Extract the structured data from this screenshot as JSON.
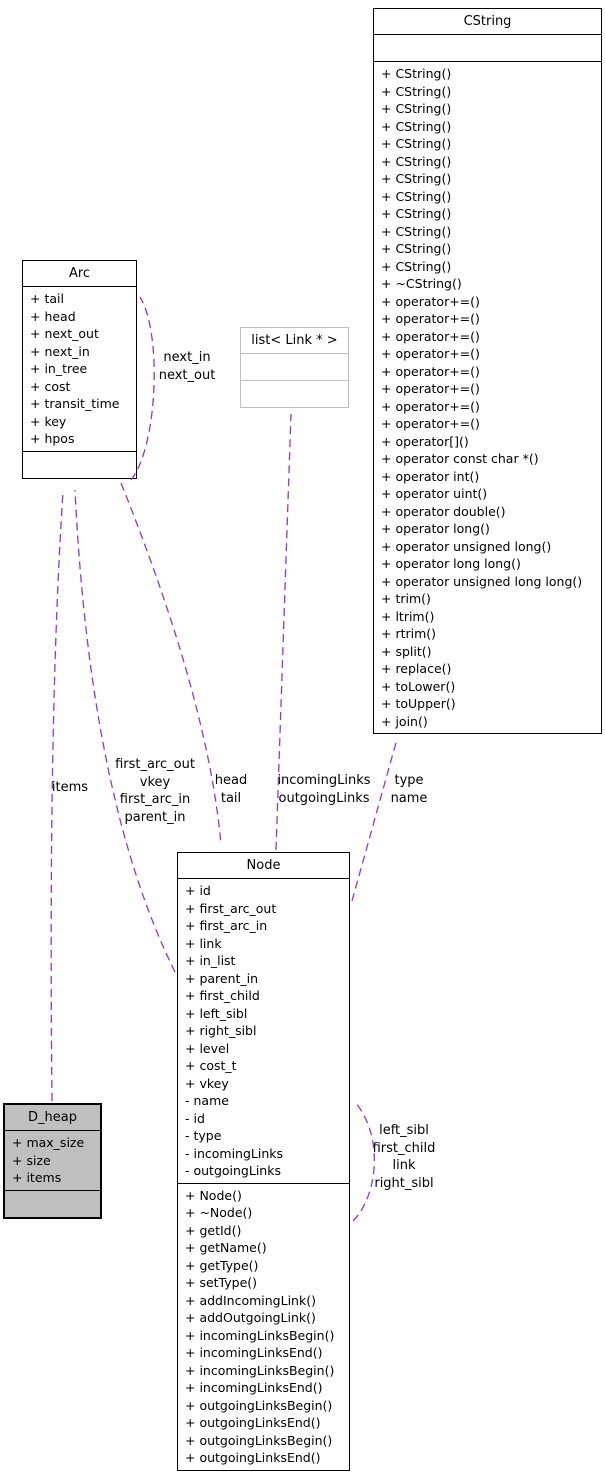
{
  "diagram": {
    "kind": "uml-collaboration-diagram",
    "colors": {
      "edge": "#9a32cd",
      "class_fill": "#ffffff",
      "highlight_fill": "#bfbfbf",
      "template_border": "#bfbfbf",
      "border": "#000000"
    },
    "classes": {
      "cstring": {
        "name": "CString",
        "attributes": [],
        "methods": [
          "+ CString()",
          "+ CString()",
          "+ CString()",
          "+ CString()",
          "+ CString()",
          "+ CString()",
          "+ CString()",
          "+ CString()",
          "+ CString()",
          "+ CString()",
          "+ CString()",
          "+ CString()",
          "+ ~CString()",
          "+ operator+=()",
          "+ operator+=()",
          "+ operator+=()",
          "+ operator+=()",
          "+ operator+=()",
          "+ operator+=()",
          "+ operator+=()",
          "+ operator+=()",
          "+ operator[]()",
          "+ operator const char *()",
          "+ operator int()",
          "+ operator uint()",
          "+ operator double()",
          "+ operator long()",
          "+ operator unsigned long()",
          "+ operator long long()",
          "+ operator unsigned long long()",
          "+ trim()",
          "+ ltrim()",
          "+ rtrim()",
          "+ split()",
          "+ replace()",
          "+ toLower()",
          "+ toUpper()",
          "+ join()"
        ]
      },
      "arc": {
        "name": "Arc",
        "attributes": [
          "+ tail",
          "+ head",
          "+ next_out",
          "+ next_in",
          "+ in_tree",
          "+ cost",
          "+ transit_time",
          "+ key",
          "+ hpos"
        ],
        "methods": []
      },
      "list_link": {
        "name": "list< Link * >",
        "attributes": [],
        "methods": []
      },
      "node": {
        "name": "Node",
        "attributes": [
          "+ id",
          "+ first_arc_out",
          "+ first_arc_in",
          "+ link",
          "+ in_list",
          "+ parent_in",
          "+ first_child",
          "+ left_sibl",
          "+ right_sibl",
          "+ level",
          "+ cost_t",
          "+ vkey",
          "- name",
          "- id",
          "- type",
          "- incomingLinks",
          "- outgoingLinks"
        ],
        "methods": [
          "+ Node()",
          "+ ~Node()",
          "+ getId()",
          "+ getName()",
          "+ getType()",
          "+ setType()",
          "+ addIncomingLink()",
          "+ addOutgoingLink()",
          "+ incomingLinksBegin()",
          "+ incomingLinksEnd()",
          "+ incomingLinksBegin()",
          "+ incomingLinksEnd()",
          "+ outgoingLinksBegin()",
          "+ outgoingLinksEnd()",
          "+ outgoingLinksBegin()",
          "+ outgoingLinksEnd()"
        ]
      },
      "d_heap": {
        "name": "D_heap",
        "attributes": [
          "+ max_size",
          "+ size",
          "+ items"
        ],
        "methods": []
      }
    },
    "edge_labels": {
      "arc_self": "next_in\nnext_out",
      "d_heap_to_arc": "items",
      "node_to_arc": "first_arc_out\nvkey\nfirst_arc_in\nparent_in",
      "arc_to_node": "head\ntail",
      "node_to_list": "incomingLinks\noutgoingLinks",
      "node_to_cstring": "type\nname",
      "node_self": "left_sibl\nfirst_child\nlink\nright_sibl"
    },
    "edges": [
      {
        "from": "Arc",
        "to": "Arc",
        "label": "next_in next_out"
      },
      {
        "from": "D_heap",
        "to": "Arc",
        "label": "items"
      },
      {
        "from": "Node",
        "to": "Arc",
        "label": "first_arc_out vkey first_arc_in parent_in"
      },
      {
        "from": "Arc",
        "to": "Node",
        "label": "head tail"
      },
      {
        "from": "Node",
        "to": "list< Link * >",
        "label": "incomingLinks outgoingLinks"
      },
      {
        "from": "Node",
        "to": "CString",
        "label": "type name"
      },
      {
        "from": "Node",
        "to": "Node",
        "label": "left_sibl first_child link right_sibl"
      }
    ]
  }
}
